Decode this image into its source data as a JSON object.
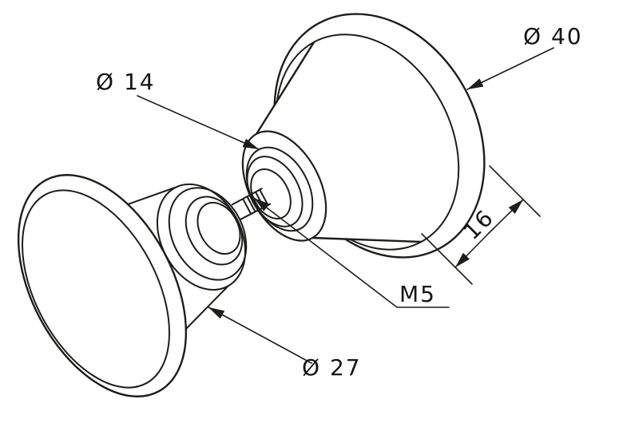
{
  "drawing": {
    "kind": "technical-line-drawing",
    "subject": "door knob with flange and threaded stud, isometric view",
    "colors": {
      "background": "#ffffff",
      "ink": "#1d1d1b"
    },
    "dimensions": {
      "flange_diameter": "Ø 40",
      "collar_diameter": "Ø 14",
      "knob_diameter": "Ø 27",
      "thread_size": "M5",
      "depth": "16"
    }
  }
}
